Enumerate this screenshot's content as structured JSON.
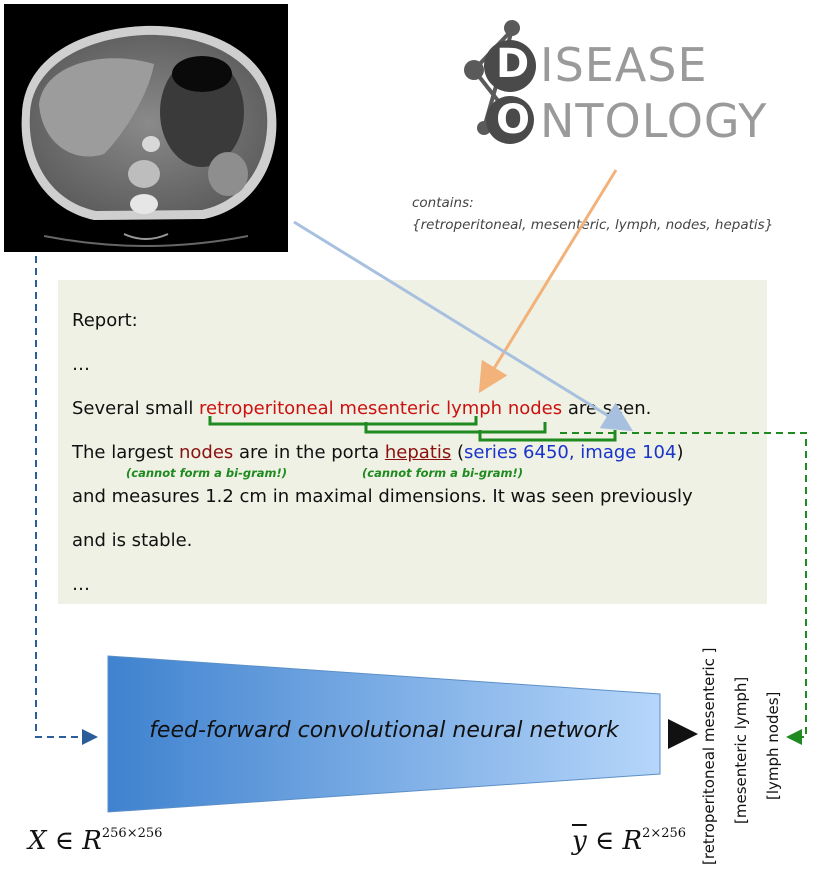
{
  "logo": {
    "line1": "ISEASE",
    "line2": "NTOLOGY",
    "d": "D",
    "o": "O"
  },
  "contains": {
    "label": "contains:",
    "terms": "{retroperitoneal, mesenteric, lymph, nodes, hepatis}"
  },
  "report": {
    "heading": "Report:",
    "ellipsis1": "…",
    "s1": {
      "prefix": "Several small ",
      "t1": "retroperitoneal",
      "t2": "mesenteric",
      "t3": "lymph",
      "t4": "nodes",
      "suffix": " are seen."
    },
    "s2": {
      "prefix": "The largest ",
      "nodes": "nodes",
      "mid": " are in the porta ",
      "hepatis": "hepatis",
      "open": " (",
      "ref": "series 6450, image 104",
      "close": ")"
    },
    "note1": "(cannot form a bi-gram!)",
    "note2": "(cannot form a bi-gram!)",
    "s3": "and measures 1.2 cm in maximal dimensions. It was seen previously",
    "s4": "and is stable.",
    "ellipsis2": "…"
  },
  "network": {
    "label": "feed-forward convolutional neural network"
  },
  "input_math": {
    "var": "X",
    "in": " ∈ R",
    "sup": "256×256"
  },
  "output_math": {
    "var": "y",
    "in": " ∈ R",
    "sup": "2×256"
  },
  "outputs": [
    "[retroperitoneal mesenteric ]",
    "[mesenteric lymph]",
    "[lymph nodes]"
  ],
  "colors": {
    "report_bg": "#eef1e3",
    "term_red": "#cc1111",
    "bracket_green": "#1f8a1f",
    "dash_blue": "#2a5d9a",
    "net_dark": "#3f82cf",
    "net_light": "#b6d6fa",
    "arrow_orange": "#f2b27a",
    "arrow_lightblue": "#a8c0e0"
  }
}
